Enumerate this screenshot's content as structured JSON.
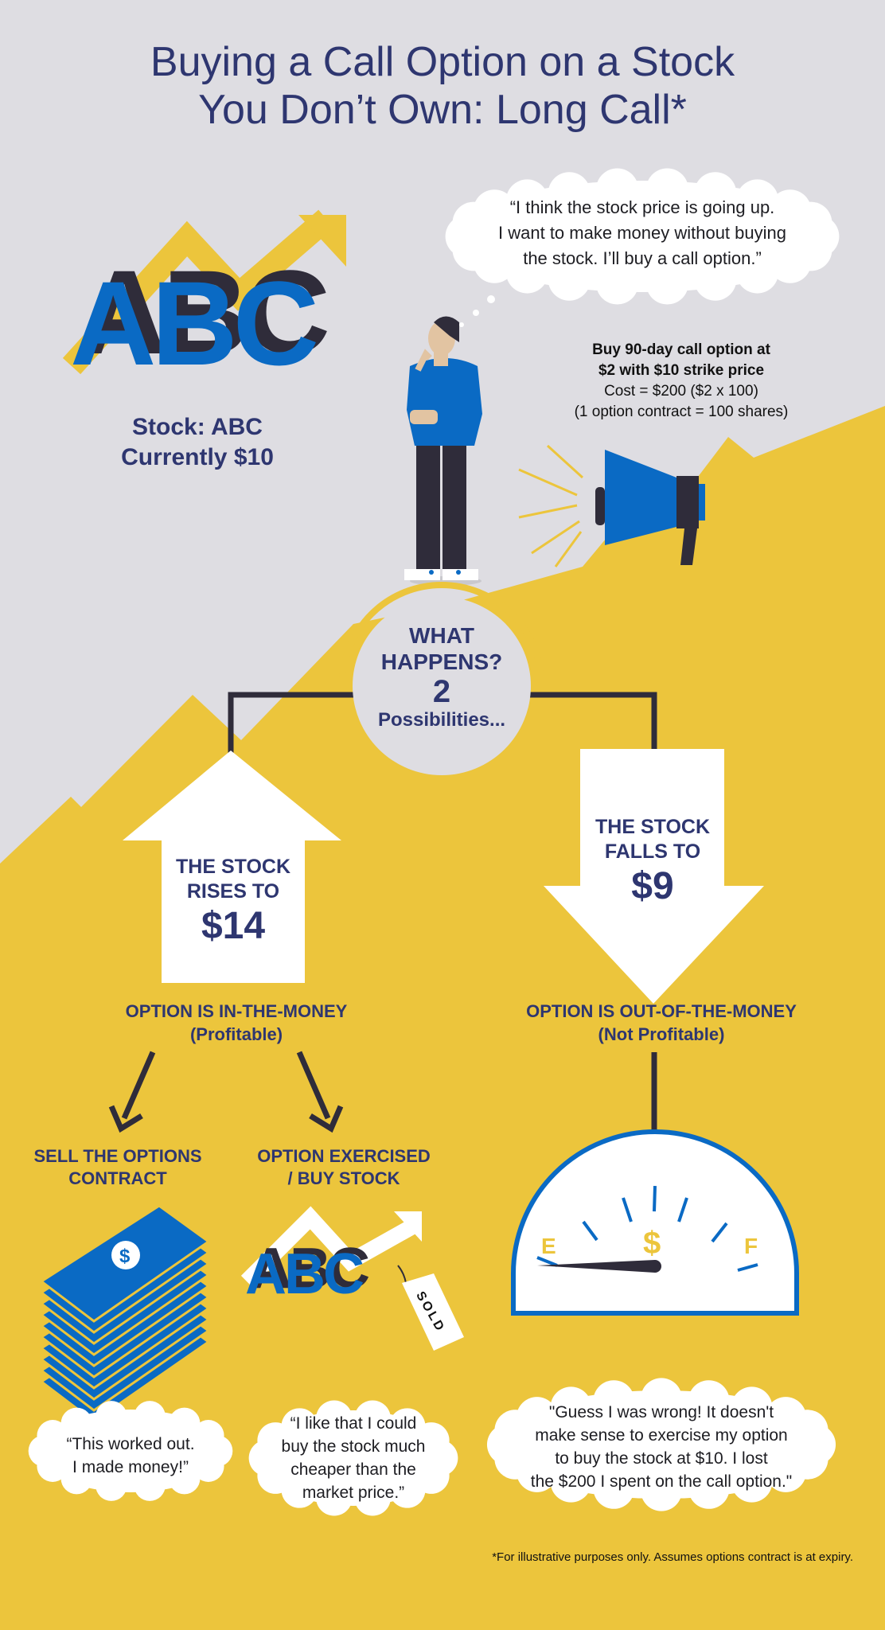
{
  "title": {
    "line1": "Buying a Call Option on a Stock",
    "line2": "You Don’t Own: Long Call*"
  },
  "thought": {
    "lines": [
      "“I think the stock price is going up.",
      "I want to make money without buying",
      "the stock. I’ll buy a call option.”"
    ]
  },
  "logo_text": "ABC",
  "stock": {
    "line1": "Stock: ABC",
    "line2": "Currently $10"
  },
  "trade": {
    "line1": "Buy 90-day call option at",
    "line2": "$2 with $10 strike price",
    "line3": "Cost = $200 ($2 x 100)",
    "line4": "(1 option contract = 100 shares)"
  },
  "hub": {
    "line1": "WHAT",
    "line2": "HAPPENS?",
    "count": "2",
    "line4": "Possibilities..."
  },
  "rise": {
    "line1": "THE STOCK",
    "line2": "RISES TO",
    "price": "$14",
    "status1": "OPTION IS IN-THE-MONEY",
    "status2": "(Profitable)"
  },
  "fall": {
    "line1": "THE STOCK",
    "line2": "FALLS TO",
    "price": "$9",
    "status1": "OPTION IS OUT-OF-THE-MONEY",
    "status2": "(Not Profitable)"
  },
  "sell": {
    "line1": "SELL THE OPTIONS",
    "line2": "CONTRACT",
    "quote": [
      "“This worked out.",
      "I made money!”"
    ]
  },
  "exercise": {
    "line1": "OPTION EXERCISED",
    "line2": "/ BUY STOCK",
    "tag": "SOLD",
    "quote": [
      "“I like that I could",
      "buy the stock much",
      "cheaper than the",
      "market price.”"
    ]
  },
  "gauge": {
    "empty": "E",
    "full": "F",
    "symbol": "$"
  },
  "loss_quote": [
    "\"Guess I was wrong! It doesn't",
    "make sense to exercise my option",
    "to buy the stock at $10. I lost",
    "the $200 I spent on the call option.\""
  ],
  "footnote": "*For illustrative purposes only. Assumes options contract is at expiry.",
  "colors": {
    "background": "#dedde2",
    "yellow": "#ecc53c",
    "navy": "#2e3670",
    "blue": "#0a6ac4",
    "dark": "#2f2c3a"
  }
}
